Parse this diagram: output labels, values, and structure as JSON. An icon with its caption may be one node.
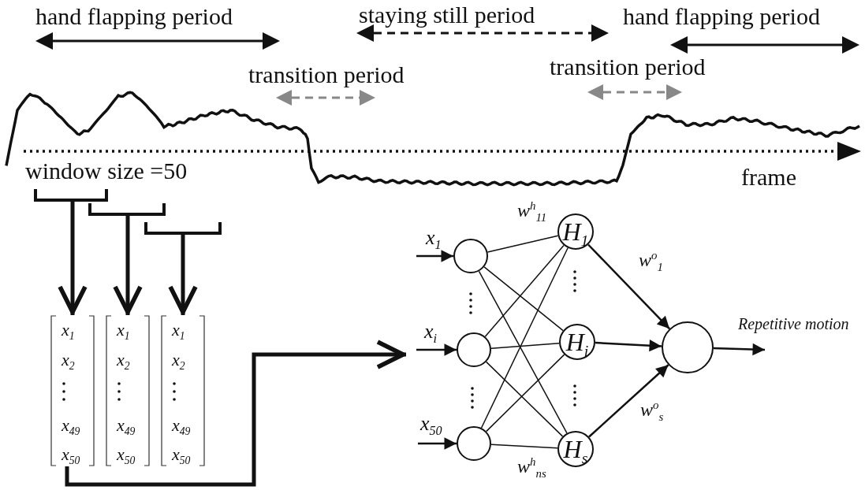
{
  "diagram": {
    "nodes": [
      {
        "text": [],
        "shape": "bracket"
      },
      {
        "text": [],
        "shape": "bracket"
      },
      {
        "text": [],
        "shape": "bracket"
      },
      {
        "text": [
          "x$_{1}$",
          "x$_{2}$",
          "x$_{49}$",
          "x$_{50}$"
        ]
      },
      {
        "text": [
          "x$_{1}$",
          "x$_{2}$",
          "x$_{49}$",
          "x$_{50}$"
        ]
      },
      {
        "text": [
          "x$_{1}$",
          "x$_{2}$",
          "x$_{49}$",
          "x$_{50}$"
        ]
      },
      {
        "text": [],
        "shape": "circle"
      },
      {
        "text": [],
        "shape": "circle"
      },
      {
        "text": [],
        "shape": "circle"
      },
      {
        "text": [
          "H$_{1}$"
        ]
      },
      {
        "text": [
          "H$_{i}$"
        ]
      },
      {
        "text": [
          "H$_{s}$"
        ]
      },
      {
        "text": [],
        "shape": "circle"
      }
    ],
    "edges": [
      {
        "from": 0,
        "to": 3,
        "arrow": "to",
        "style": "thick"
      },
      {
        "from": 1,
        "to": 4,
        "arrow": "to",
        "style": "thick"
      },
      {
        "from": 2,
        "to": 5,
        "arrow": "to",
        "style": "thick"
      },
      {
        "from": 3,
        "to": null,
        "arrow": "to",
        "style": "thick"
      },
      {
        "from": 6,
        "to": 9,
        "arrow": "none",
        "label": "w$^{h}$$_{11}$"
      },
      {
        "from": 6,
        "to": 10,
        "arrow": "none"
      },
      {
        "from": 6,
        "to": 11,
        "arrow": "none"
      },
      {
        "from": 7,
        "to": 9,
        "arrow": "none"
      },
      {
        "from": 7,
        "to": 10,
        "arrow": "none"
      },
      {
        "from": 7,
        "to": 11,
        "arrow": "none"
      },
      {
        "from": 8,
        "to": 9,
        "arrow": "none"
      },
      {
        "from": 8,
        "to": 10,
        "arrow": "none"
      },
      {
        "from": 8,
        "to": 11,
        "arrow": "none",
        "label": "w$^{h}$$_{ns}$"
      },
      {
        "from": 9,
        "to": 12,
        "arrow": "to",
        "label": "w$^{o}$$_{1}$"
      },
      {
        "from": 10,
        "to": 12,
        "arrow": "to"
      },
      {
        "from": 11,
        "to": 12,
        "arrow": "to",
        "label": "w$^{o}$$_{s}$"
      },
      {
        "from": 12,
        "to": null,
        "arrow": "to",
        "label": "Repetitive motion"
      },
      {
        "from": null,
        "to": 6,
        "arrow": "to",
        "label": "x$_{1}$"
      },
      {
        "from": null,
        "to": 7,
        "arrow": "to",
        "label": "x$_{i}$"
      },
      {
        "from": null,
        "to": 8,
        "arrow": "to",
        "label": "x$_{50}$"
      }
    ],
    "labels": [
      "hand flapping period",
      "staying still period",
      "hand flapping period",
      "transition period",
      "transition period",
      "window size =50",
      "frame"
    ]
  }
}
